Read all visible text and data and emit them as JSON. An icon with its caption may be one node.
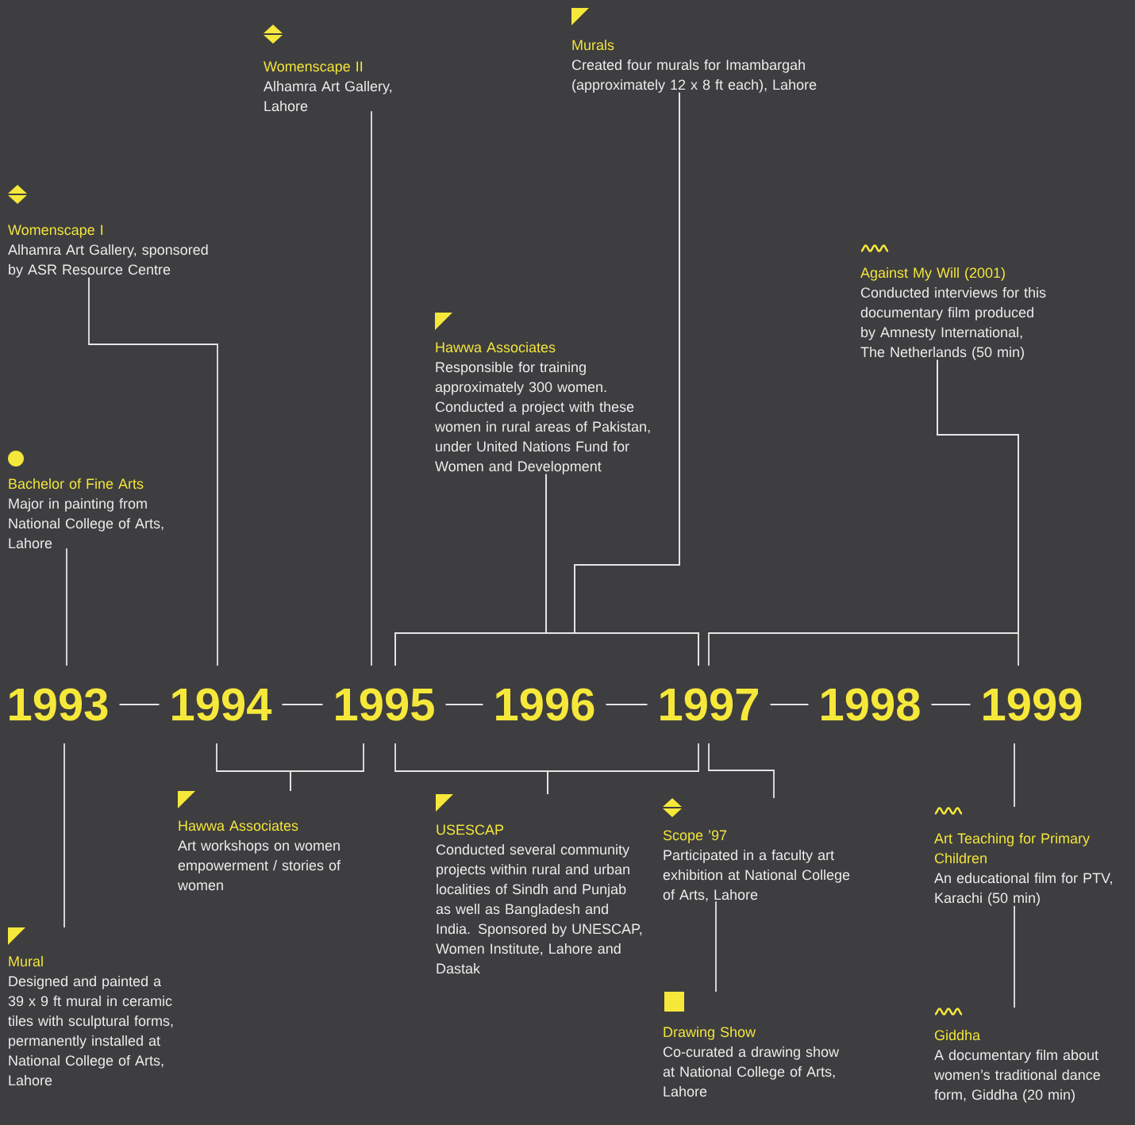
{
  "diagram": {
    "nodes": [
      {
        "text": [
          "Murals",
          "Created four murals for Imambargah (approximately 12 x 8 ft each), Lahore"
        ]
      },
      {
        "text": [
          "Womenscape II",
          "Alhamra Art Gallery, Lahore"
        ]
      },
      {
        "text": [
          "Womenscape I",
          "Alhamra Art Gallery, sponsored by ASR Resource Centre"
        ]
      },
      {
        "text": [
          "Against My Will (2001)",
          "Conducted interviews for this documentary film produced by Amnesty International, The Netherlands (50 min)"
        ]
      },
      {
        "text": [
          "Hawwa Associates",
          "Responsible for training approximately 300 women. Conducted a project with these women in rural areas of Pakistan, under United Nations Fund for Women and Development"
        ]
      },
      {
        "text": [
          "Bachelor of Fine Arts",
          "Major in painting from National College of Arts, Lahore"
        ]
      },
      {
        "text": [
          "1993"
        ]
      },
      {
        "text": [
          "1994"
        ]
      },
      {
        "text": [
          "1995"
        ]
      },
      {
        "text": [
          "1996"
        ]
      },
      {
        "text": [
          "1997"
        ]
      },
      {
        "text": [
          "1998"
        ]
      },
      {
        "text": [
          "1999"
        ]
      },
      {
        "text": [
          "Hawwa Associates",
          "Art workshops on women empowerment / stories of women"
        ]
      },
      {
        "text": [
          "USESCAP",
          "Conducted several community projects within rural and urban localities of Sindh and Punjab as well as Bangladesh and India. Sponsored by UNESCAP, Women Institute, Lahore and Dastak"
        ]
      },
      {
        "text": [
          "Scope ’97",
          "Participated in a faculty art exhibition at National College of Arts, Lahore"
        ]
      },
      {
        "text": [
          "Art Teaching for Primary Children",
          "An educational film for PTV, Karachi (50 min)"
        ]
      },
      {
        "text": [
          "Mural",
          "Designed and painted a 39 x 9 ft mural in ceramic tiles with sculptural forms, permanently installed at National College of Arts, Lahore"
        ]
      },
      {
        "text": [
          "Drawing Show",
          "Co-curated a drawing show at National College of Arts, Lahore"
        ]
      },
      {
        "text": [
          "Giddha",
          "A documentary film about women’s traditional dance form, Giddha (20 min)"
        ]
      }
    ],
    "edges": [
      {
        "from": 2,
        "to": 7,
        "arrow": "none"
      },
      {
        "from": 1,
        "to": 8,
        "arrow": "none"
      },
      {
        "from": 0,
        "to": 8,
        "arrow": "none"
      },
      {
        "from": 0,
        "to": 10,
        "arrow": "none"
      },
      {
        "from": 4,
        "to": 8,
        "arrow": "none"
      },
      {
        "from": 4,
        "to": 10,
        "arrow": "none"
      },
      {
        "from": 5,
        "to": 6,
        "arrow": "none"
      },
      {
        "from": 3,
        "to": 10,
        "arrow": "none"
      },
      {
        "from": 3,
        "to": 12,
        "arrow": "none"
      },
      {
        "from": 13,
        "to": 7,
        "arrow": "none"
      },
      {
        "from": 13,
        "to": 8,
        "arrow": "none"
      },
      {
        "from": 14,
        "to": 8,
        "arrow": "none"
      },
      {
        "from": 14,
        "to": 10,
        "arrow": "none"
      },
      {
        "from": 15,
        "to": 10,
        "arrow": "none"
      },
      {
        "from": 17,
        "to": 6,
        "arrow": "none"
      },
      {
        "from": 18,
        "to": 15,
        "arrow": "none"
      },
      {
        "from": 16,
        "to": 12,
        "arrow": "none"
      },
      {
        "from": 19,
        "to": 16,
        "arrow": "none"
      },
      {
        "from": 6,
        "to": 7,
        "arrow": "none"
      },
      {
        "from": 7,
        "to": 8,
        "arrow": "none"
      },
      {
        "from": 8,
        "to": 9,
        "arrow": "none"
      },
      {
        "from": 9,
        "to": 10,
        "arrow": "none"
      },
      {
        "from": 10,
        "to": 11,
        "arrow": "none"
      },
      {
        "from": 11,
        "to": 12,
        "arrow": "none"
      }
    ]
  }
}
